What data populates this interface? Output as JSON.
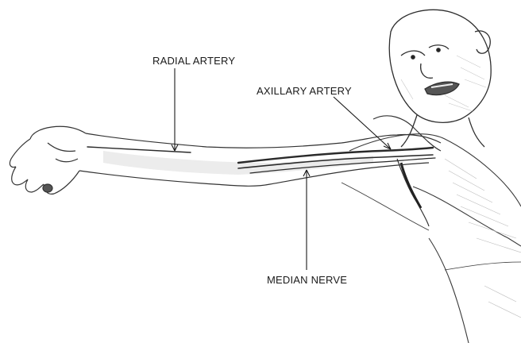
{
  "labels": {
    "radial_artery": "RADIAL ARTERY",
    "axillary_artery": "AXILLARY ARTERY",
    "median_nerve": "MEDIAN NERVE"
  },
  "colors": {
    "ink": "#1a1a1a",
    "shade": "#d9d9d9",
    "vessel": "#2a2a2a"
  }
}
